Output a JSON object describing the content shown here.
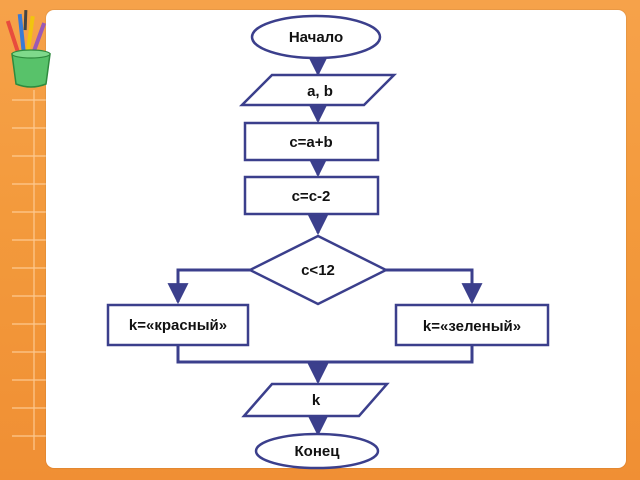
{
  "flowchart": {
    "start": "Начало",
    "input": "a, b",
    "step1": "c=a+b",
    "step2": "c=c-2",
    "condition": "c<12",
    "branch_left": "k=«красный»",
    "branch_right": "k=«зеленый»",
    "output": "k",
    "end": "Конец"
  },
  "colors": {
    "line": "#3b3f8c",
    "shape_stroke": "#3b3f8c",
    "shape_fill": "#ffffff",
    "background": "#f39a3c"
  },
  "icons": [
    "pencil-cup-icon"
  ]
}
